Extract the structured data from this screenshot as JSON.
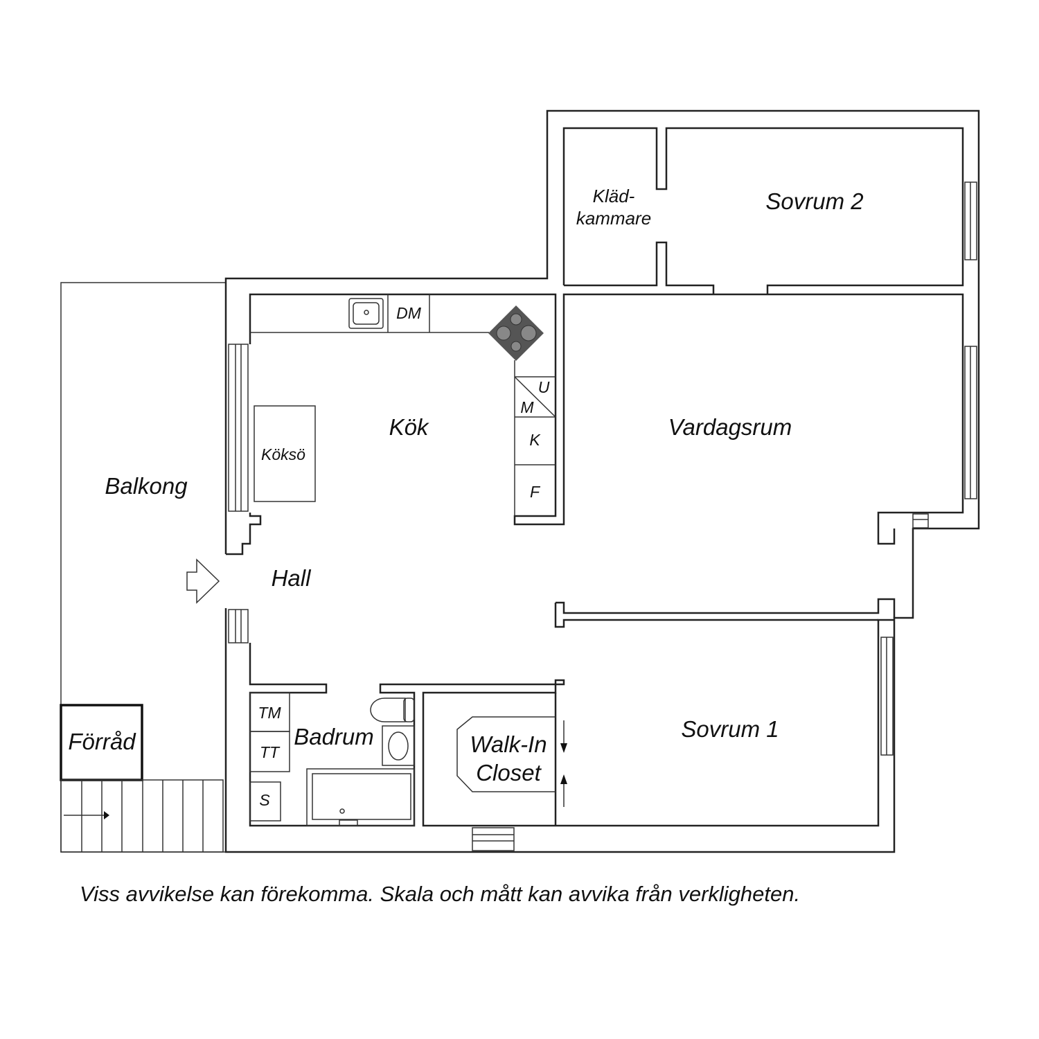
{
  "rooms": {
    "kladkammare_line1": "Kläd-",
    "kladkammare_line2": "kammare",
    "sovrum2": "Sovrum 2",
    "kok": "Kök",
    "vardagsrum": "Vardagsrum",
    "balkong": "Balkong",
    "hall": "Hall",
    "sovrum1": "Sovrum 1",
    "badrum": "Badrum",
    "walkin_line1": "Walk-In",
    "walkin_line2": "Closet",
    "forrad": "Förråd"
  },
  "fixtures": {
    "dishwasher": "DM",
    "koksö": "Köksö",
    "u": "U",
    "m": "M",
    "k": "K",
    "f": "F",
    "tm": "TM",
    "tt": "TT",
    "s": "S"
  },
  "caption": "Viss avvikelse kan förekomma. Skala och mått kan avvika från verkligheten.",
  "colors": {
    "stove": "#555555",
    "burner": "#888888",
    "line": "#222222"
  }
}
